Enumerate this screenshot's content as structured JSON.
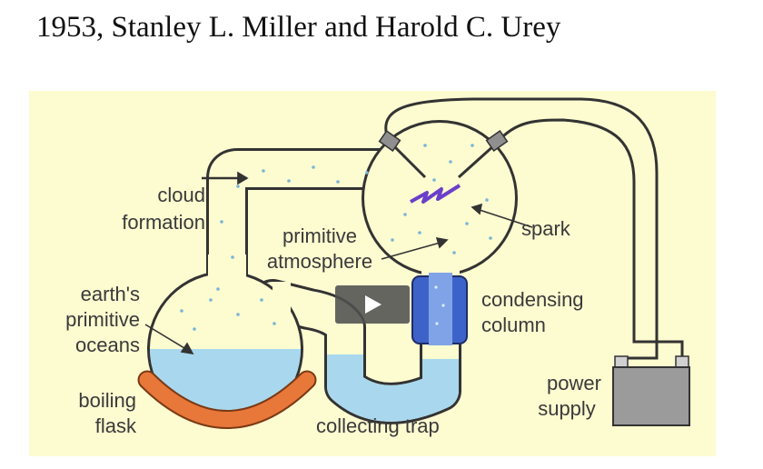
{
  "slide": {
    "title": "1953, Stanley L. Miller and Harold C. Urey"
  },
  "diagram": {
    "labels": {
      "cloud_1": "cloud",
      "cloud_2": "formation",
      "primitive_1": "primitive",
      "primitive_2": "atmosphere",
      "spark": "spark",
      "earth_1": "earth's",
      "earth_2": "primitive",
      "earth_3": "oceans",
      "condensing_1": "condensing",
      "condensing_2": "column",
      "boiling_1": "boiling",
      "boiling_2": "flask",
      "collecting": "collecting trap",
      "power_1": "power",
      "power_2": "supply"
    },
    "colors": {
      "background": "#fdfbd0",
      "water": "#a9d8ee",
      "glass_outline": "#333333",
      "heater": "#e8773a",
      "condenser": "#3e63c8",
      "spark": "#6a3fc9",
      "battery": "#9b9b9b"
    }
  },
  "video_player": {
    "play_button_icon": "play-icon"
  }
}
